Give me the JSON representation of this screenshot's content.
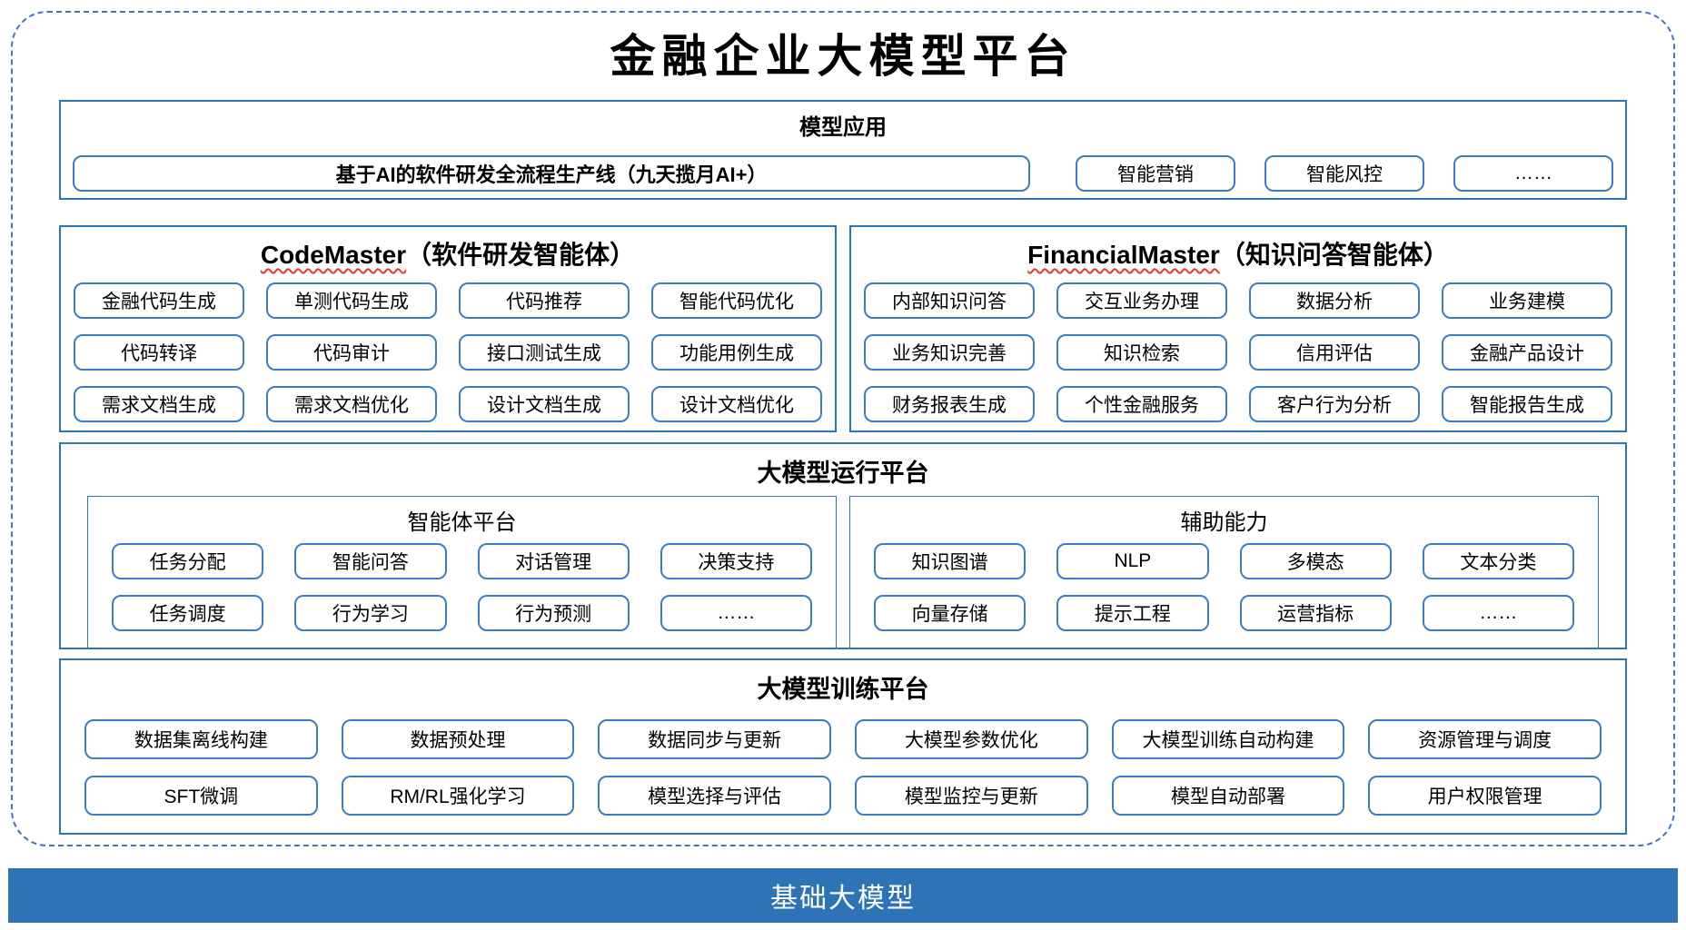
{
  "page": {
    "title": "金融企业大模型平台"
  },
  "colors": {
    "dashed_border": "#4472C4",
    "section_border": "#2E75B6",
    "box_border": "#3B7CC9",
    "base_bar": "#2E73B5",
    "wavy": "#E53935"
  },
  "sections": {
    "model_app": {
      "header": "模型应用",
      "main_box": "基于AI的软件研发全流程生产线（九天揽月AI+）",
      "boxes": [
        "智能营销",
        "智能风控",
        "……"
      ]
    },
    "code_master": {
      "title_en": "CodeMaster",
      "title_zh": "（软件研发智能体）",
      "items": [
        "金融代码生成",
        "单测代码生成",
        "代码推荐",
        "智能代码优化",
        "代码转译",
        "代码审计",
        "接口测试生成",
        "功能用例生成",
        "需求文档生成",
        "需求文档优化",
        "设计文档生成",
        "设计文档优化"
      ]
    },
    "financial_master": {
      "title_en": "FinancialMaster",
      "title_zh": "（知识问答智能体）",
      "items": [
        "内部知识问答",
        "交互业务办理",
        "数据分析",
        "业务建模",
        "业务知识完善",
        "知识检索",
        "信用评估",
        "金融产品设计",
        "财务报表生成",
        "个性金融服务",
        "客户行为分析",
        "智能报告生成"
      ]
    },
    "runtime": {
      "header": "大模型运行平台",
      "agent_platform": {
        "title": "智能体平台",
        "items": [
          "任务分配",
          "智能问答",
          "对话管理",
          "决策支持",
          "任务调度",
          "行为学习",
          "行为预测",
          "……"
        ]
      },
      "aux_ability": {
        "title": "辅助能力",
        "items": [
          "知识图谱",
          "NLP",
          "多模态",
          "文本分类",
          "向量存储",
          "提示工程",
          "运营指标",
          "……"
        ]
      }
    },
    "training": {
      "header": "大模型训练平台",
      "items": [
        "数据集离线构建",
        "数据预处理",
        "数据同步与更新",
        "大模型参数优化",
        "大模型训练自动构建",
        "资源管理与调度",
        "SFT微调",
        "RM/RL强化学习",
        "模型选择与评估",
        "模型监控与更新",
        "模型自动部署",
        "用户权限管理"
      ]
    },
    "base_model": {
      "label": "基础大模型"
    }
  }
}
